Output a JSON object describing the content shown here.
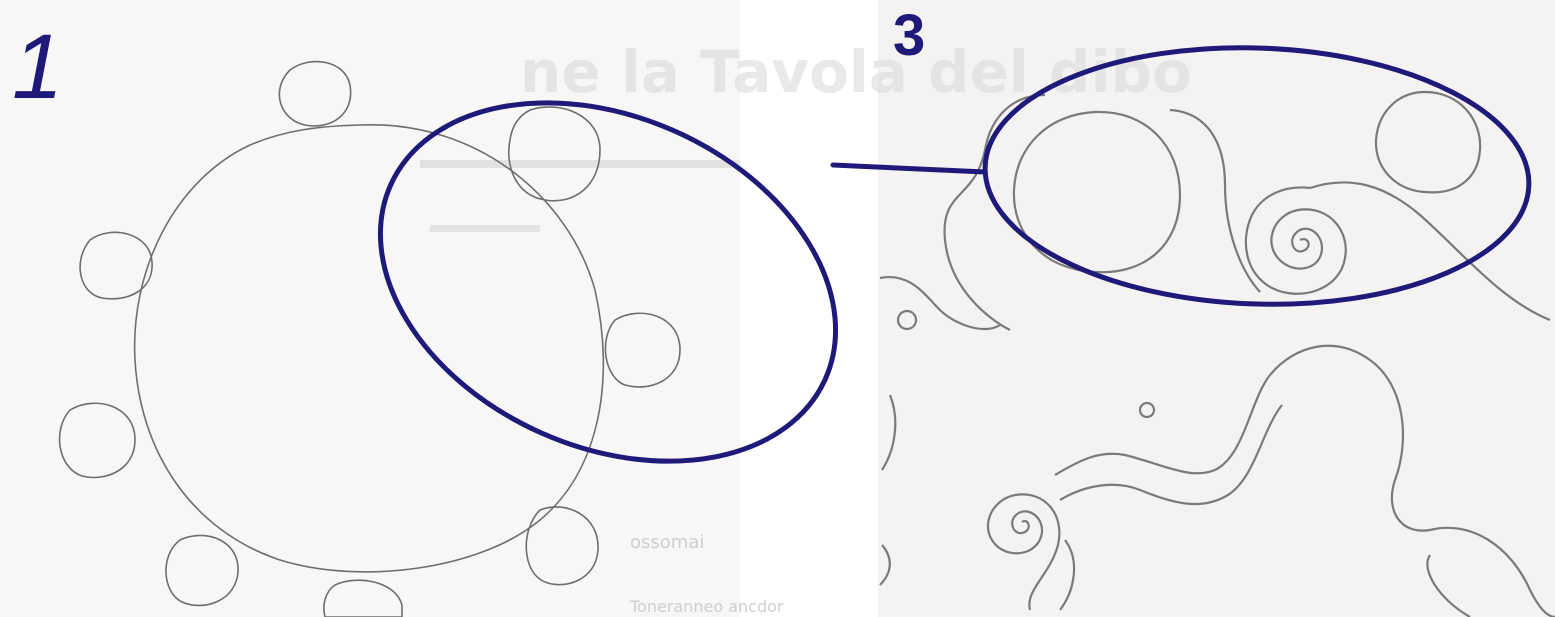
{
  "panels": [
    {
      "label": "1"
    },
    {
      "label": "3"
    }
  ],
  "background_text": {
    "title_fragment": "ne la Tavola del dibo",
    "line_word": "ossomai",
    "line_word2": "Toneranneo ancdor"
  },
  "colors": {
    "annotation_ink": "#1f1a7a",
    "pencil": "#6e6e6e",
    "paper_left": "#f7f7f5",
    "paper_right": "#f4f3f1"
  }
}
